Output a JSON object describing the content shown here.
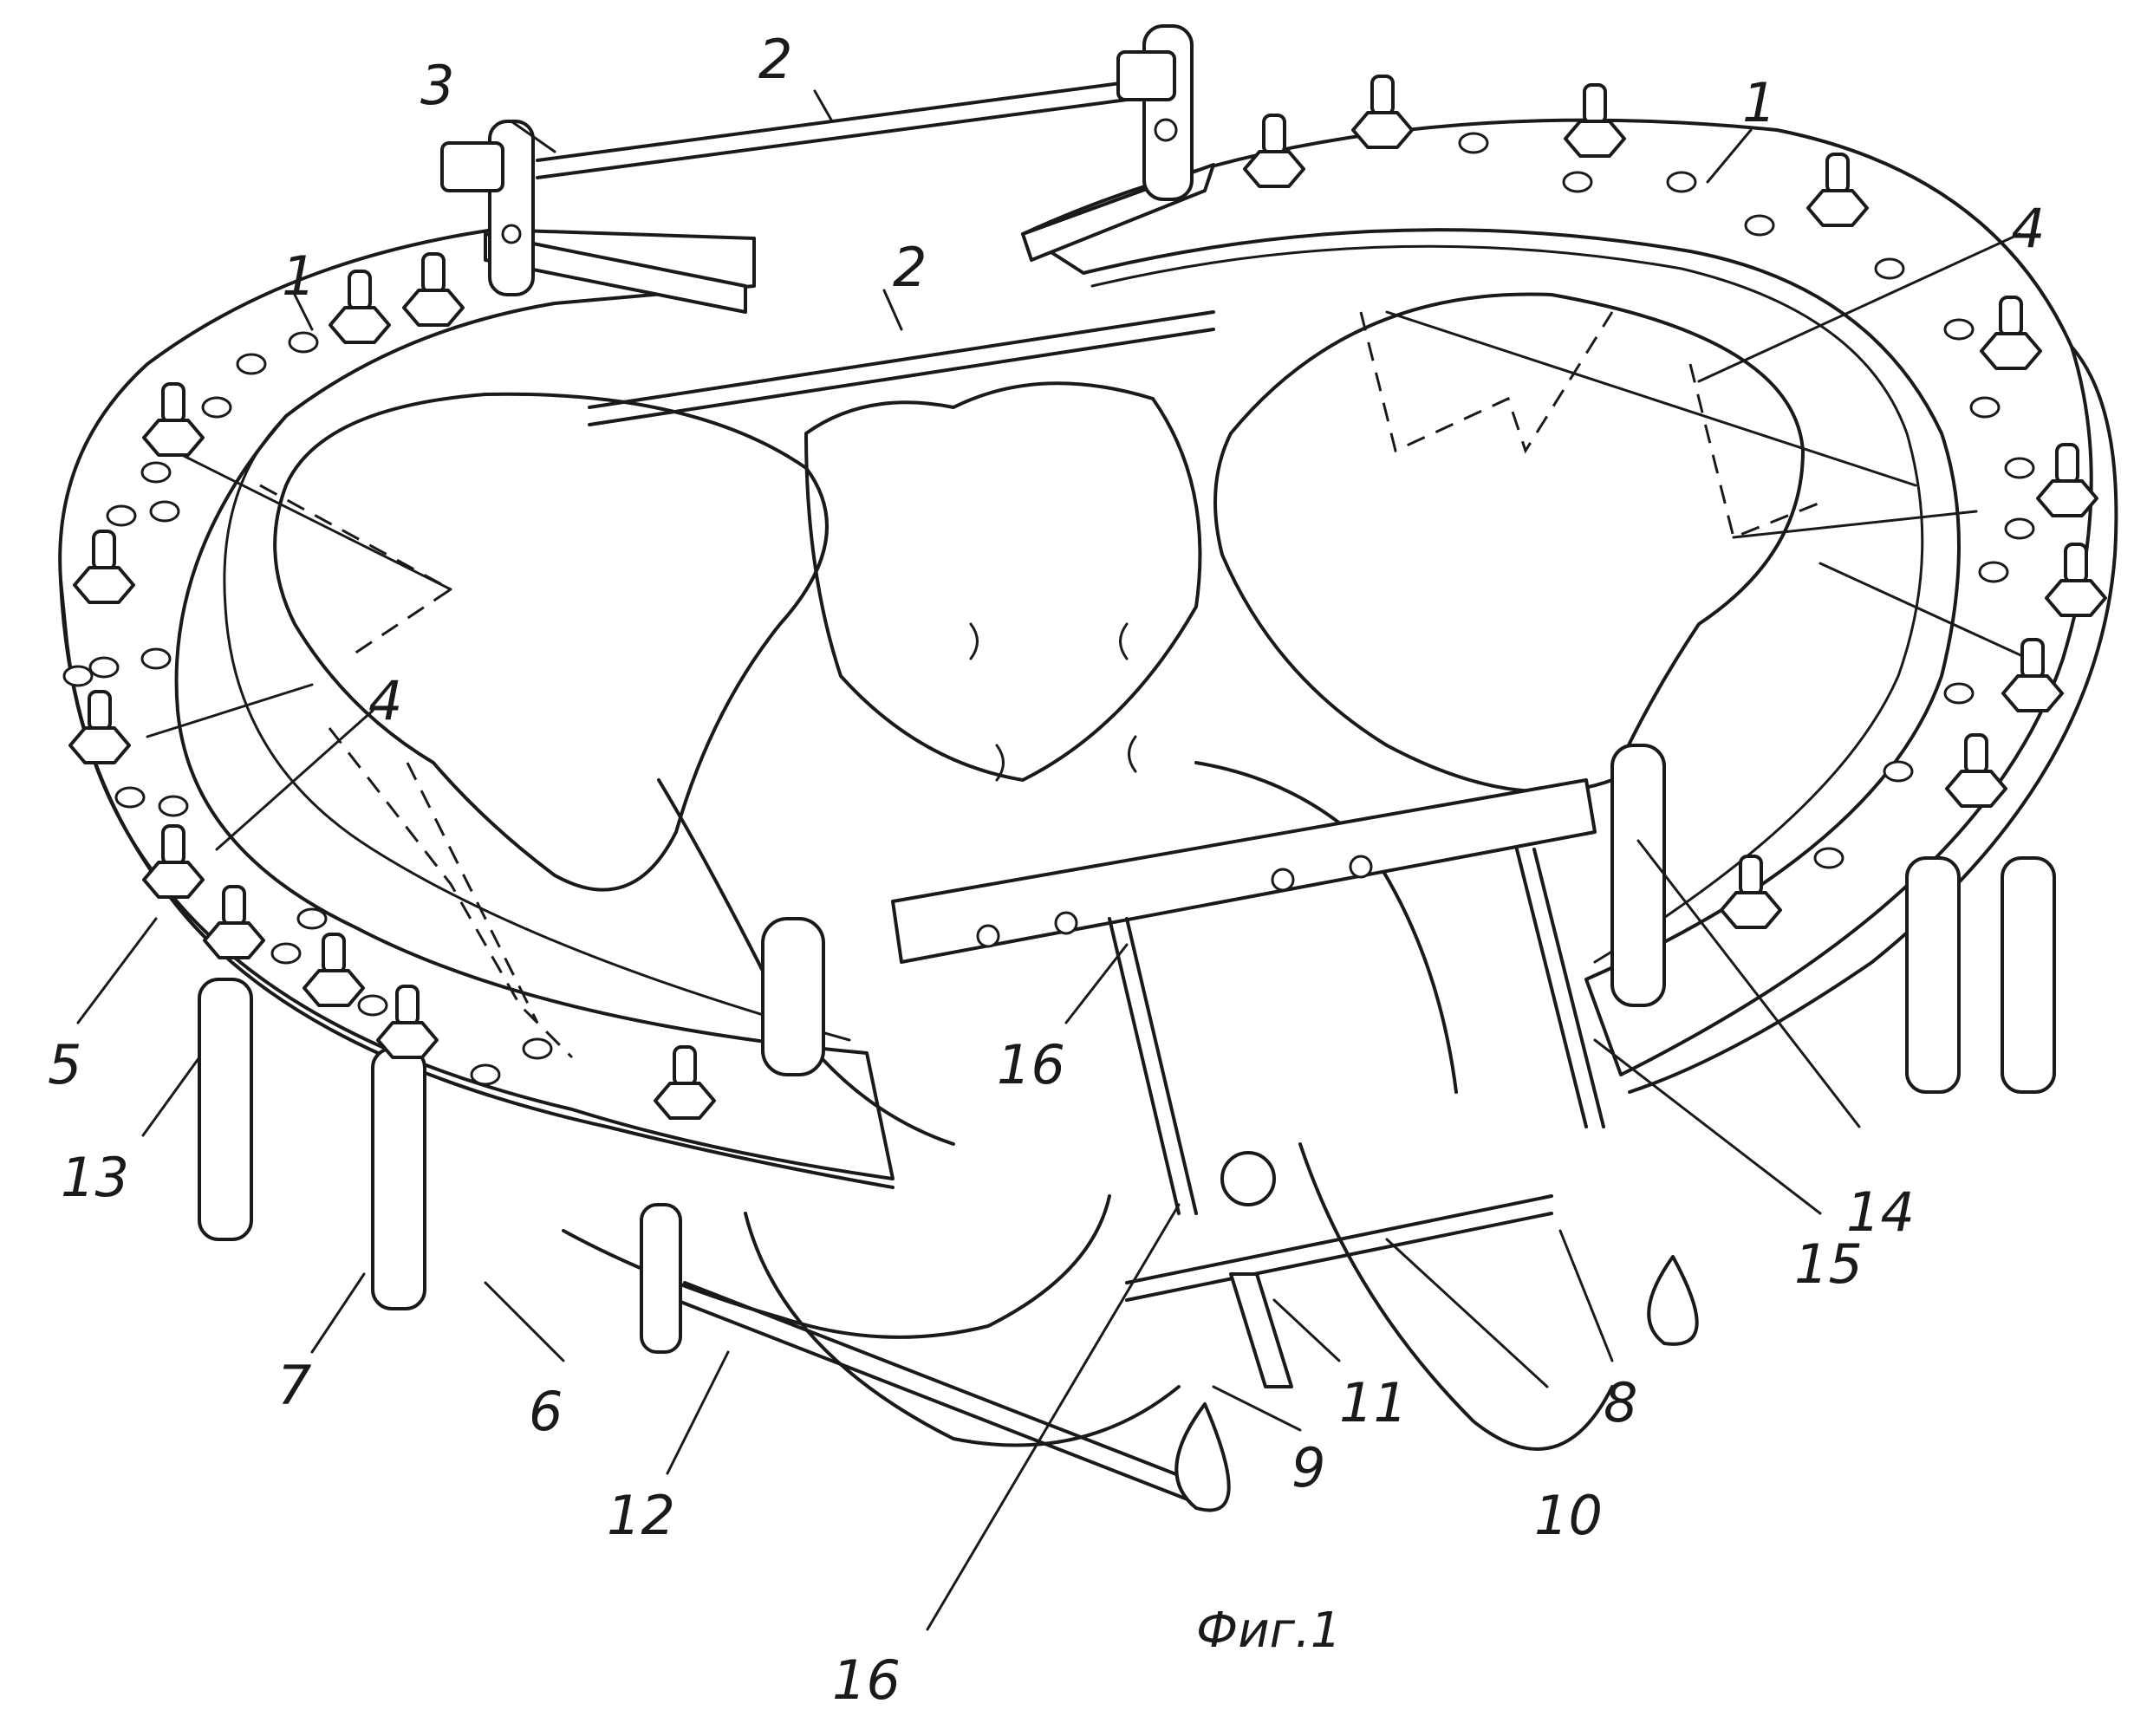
{
  "figure": {
    "caption": "Фиг.1",
    "callouts": [
      {
        "id": "c1a",
        "text": "1"
      },
      {
        "id": "c1b",
        "text": "1"
      },
      {
        "id": "c2a",
        "text": "2"
      },
      {
        "id": "c2b",
        "text": "2"
      },
      {
        "id": "c3",
        "text": "3"
      },
      {
        "id": "c4a",
        "text": "4"
      },
      {
        "id": "c4b",
        "text": "4"
      },
      {
        "id": "c5",
        "text": "5"
      },
      {
        "id": "c6",
        "text": "6"
      },
      {
        "id": "c7",
        "text": "7"
      },
      {
        "id": "c8",
        "text": "8"
      },
      {
        "id": "c9",
        "text": "9"
      },
      {
        "id": "c10",
        "text": "10"
      },
      {
        "id": "c11",
        "text": "11"
      },
      {
        "id": "c12",
        "text": "12"
      },
      {
        "id": "c13",
        "text": "13"
      },
      {
        "id": "c14",
        "text": "14"
      },
      {
        "id": "c15",
        "text": "15"
      },
      {
        "id": "c16a",
        "text": "16"
      },
      {
        "id": "c16b",
        "text": "16"
      }
    ]
  }
}
